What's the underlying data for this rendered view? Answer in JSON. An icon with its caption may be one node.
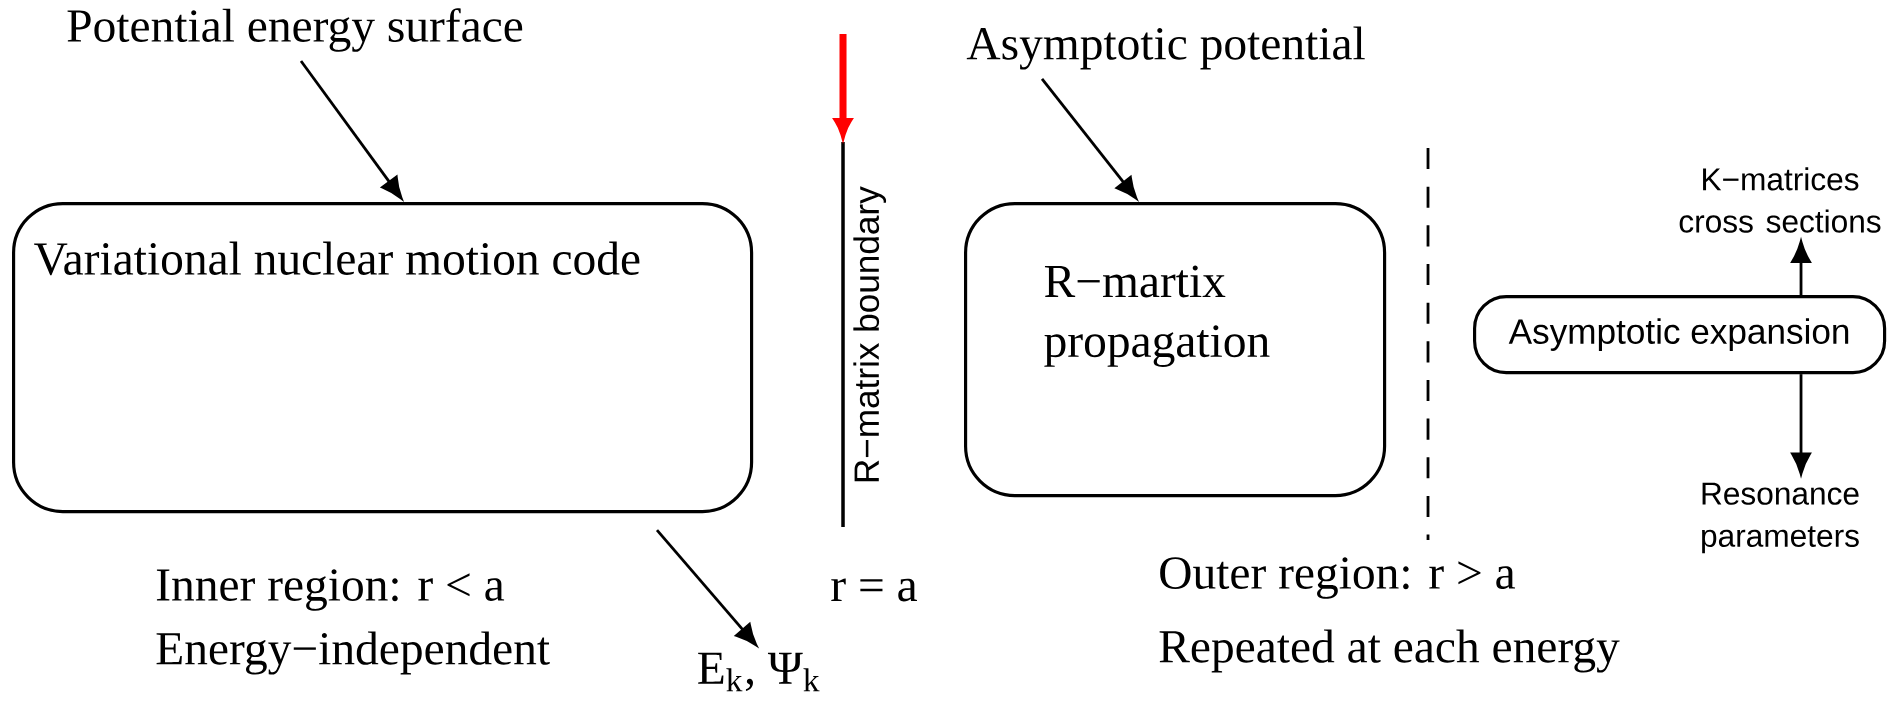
{
  "diagram": {
    "nodes": [
      {
        "text": [
          "Potential energy surface"
        ]
      },
      {
        "text": [
          "Variational nuclear motion code"
        ]
      },
      {
        "text": [
          "E$_{k}$, Ψ$_{k}$"
        ]
      },
      {
        "text": [
          "R−matrix boundary"
        ]
      },
      {
        "text": [
          "Asymptotic potential"
        ]
      },
      {
        "text": [
          "R−martix propagation"
        ]
      },
      {
        "text": [
          "Asymptotic expansion"
        ]
      },
      {
        "text": [
          "K−matrices cross sections"
        ]
      },
      {
        "text": [
          "Resonance parameters"
        ]
      }
    ],
    "edges": [
      {
        "from": 0,
        "to": 1,
        "arrow": "to"
      },
      {
        "from": 1,
        "to": 2,
        "arrow": "to"
      },
      {
        "from": null,
        "to": 3,
        "arrow": "to",
        "style": "thick",
        "color": "#ff0000"
      },
      {
        "from": 4,
        "to": 5,
        "arrow": "to"
      },
      {
        "from": 6,
        "to": 7,
        "arrow": "to"
      },
      {
        "from": 6,
        "to": 8,
        "arrow": "to"
      }
    ],
    "labels": [
      "Inner region: r < a",
      "Energy−independent",
      "r = a",
      "Outer region: r > a",
      "Repeated at each energy"
    ]
  }
}
